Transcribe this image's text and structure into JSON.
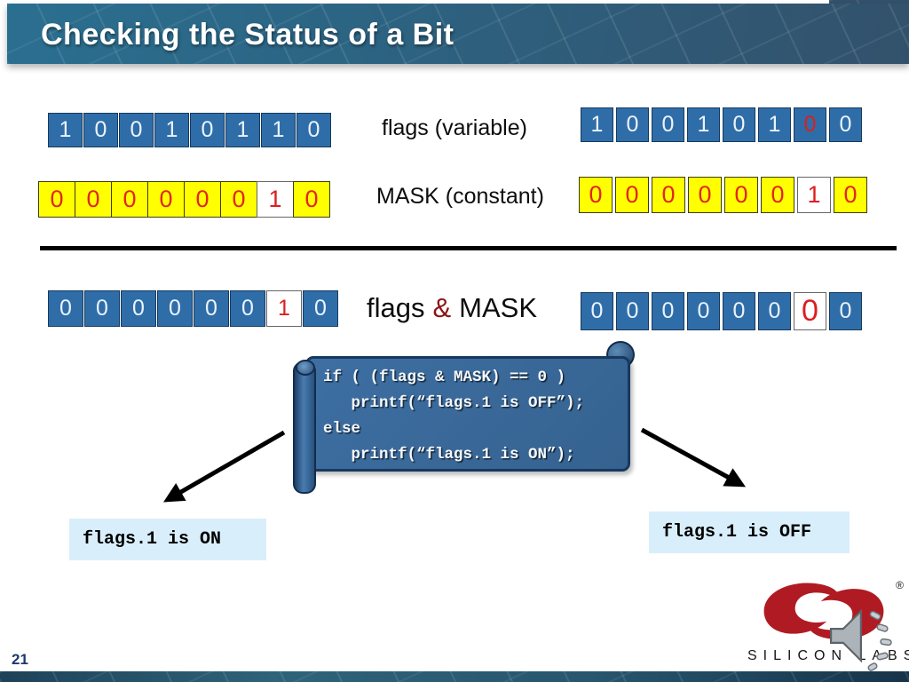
{
  "header": {
    "title": "Checking the Status of a Bit"
  },
  "labels": {
    "flags": "flags (variable)",
    "mask": "MASK (constant)",
    "result_flags": "flags",
    "result_amp": "&",
    "result_mask": "MASK"
  },
  "rows": {
    "left": {
      "flags": [
        "1",
        "0",
        "0",
        "1",
        "0",
        "1",
        "1",
        "0"
      ],
      "mask": [
        "0",
        "0",
        "0",
        "0",
        "0",
        "0",
        "1",
        "0"
      ],
      "result": [
        "0",
        "0",
        "0",
        "0",
        "0",
        "0",
        "1",
        "0"
      ]
    },
    "right": {
      "flags": [
        "1",
        "0",
        "0",
        "1",
        "0",
        "1",
        "0",
        "0"
      ],
      "mask": [
        "0",
        "0",
        "0",
        "0",
        "0",
        "0",
        "1",
        "0"
      ],
      "result": [
        "0",
        "0",
        "0",
        "0",
        "0",
        "0",
        "0",
        "0"
      ]
    }
  },
  "code": {
    "lines": [
      "if ( (flags & MASK) == 0 )",
      "   printf(“flags.1 is OFF”);",
      "else",
      "   printf(“flags.1 is ON”);"
    ]
  },
  "outputs": {
    "on": "flags.1 is ON",
    "off": "flags.1 is OFF"
  },
  "footer": {
    "page_number": "21"
  },
  "logo": {
    "brand": "SILICON LABS",
    "registered": "®"
  },
  "colors": {
    "bit_box_blue": "#2F6DA8",
    "mask_yellow": "#FFFF00",
    "digit_red": "#DB1F1F",
    "header_teal": "#2B6F90",
    "header_navy": "#33516B",
    "scroll_blue": "#39689B",
    "output_bg": "#D9EEFB",
    "logo_red": "#B01B23"
  }
}
